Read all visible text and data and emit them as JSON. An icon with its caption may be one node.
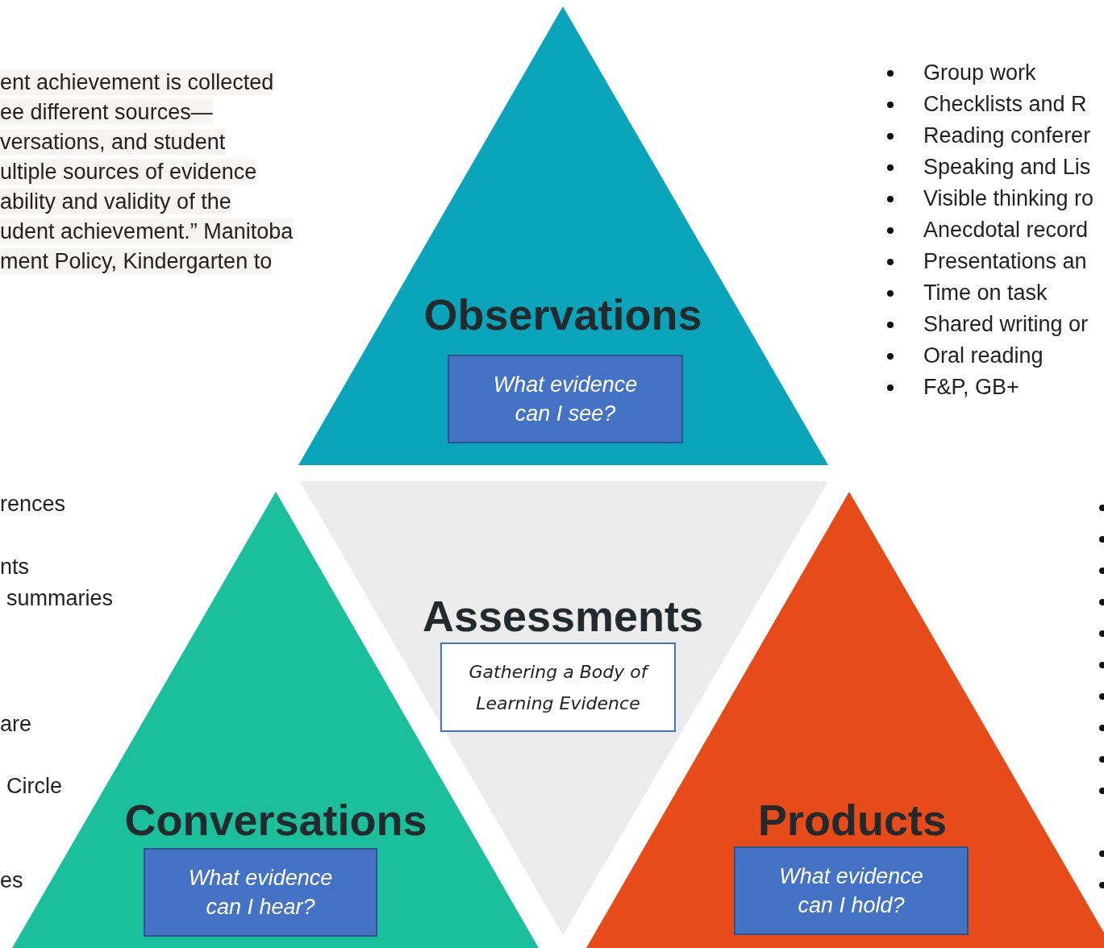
{
  "diagram": {
    "nodes": [
      {
        "text": [
          "Observations"
        ]
      },
      {
        "text": [
          "What evidence can I see?"
        ],
        "in": 0
      },
      {
        "text": [
          "Assessments"
        ]
      },
      {
        "text": [
          "Gathering a Body of Learning Evidence"
        ],
        "in": 2
      },
      {
        "text": [
          "Conversations"
        ]
      },
      {
        "text": [
          "What evidence can I hear?"
        ],
        "in": 4
      },
      {
        "text": [
          "Products"
        ]
      },
      {
        "text": [
          "What evidence can I hold?"
        ],
        "in": 6
      }
    ],
    "edges": [],
    "labels": [
      "ent achievement is collected",
      "ee different sources—",
      "versations, and student",
      "ultiple sources of evidence",
      "ability and validity of the",
      "udent achievement.” Manitoba",
      "ment Policy, Kindergarten to",
      "Group work",
      "Checklists and R",
      "Reading conferer",
      "Speaking and Lis",
      "Visible thinking ro",
      "Anecdotal record",
      "Presentations an",
      "Time on task",
      "Shared writing or",
      "Oral reading",
      "F&P, GB+",
      "rences",
      "nts",
      "summaries",
      "are",
      "Circle",
      "es"
    ]
  }
}
